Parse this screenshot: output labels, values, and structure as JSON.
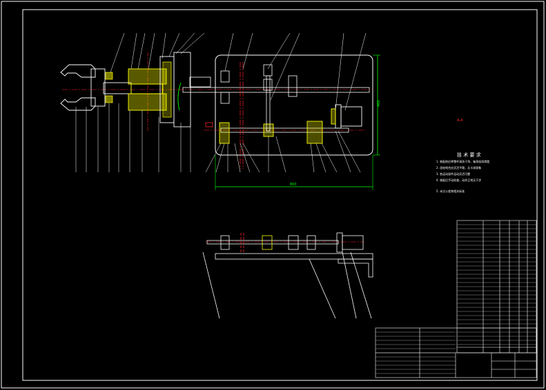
{
  "drawing": {
    "colors": {
      "background": "#000000",
      "frame": "#ffffff",
      "part_outline": "#ffffff",
      "section_fill": "#ffff00",
      "dimension": "#00ff00",
      "center_line": "#ff2020",
      "leader_text": "#ffffff"
    },
    "tech_requirements": {
      "title": "技 术 要 求",
      "lines": [
        "1. 装配前应将零件清洗干净，轴承加润滑脂",
        "2. 齿轮啮合应灵活平稳，无卡滞现象",
        "3. 各运动部件运动灵活可靠",
        "4. 装配后手动检查，动作正常无干涉",
        "5. 未注公差按相关标准"
      ]
    },
    "dimension_text": {
      "overall_length": "800",
      "height": "400"
    }
  }
}
